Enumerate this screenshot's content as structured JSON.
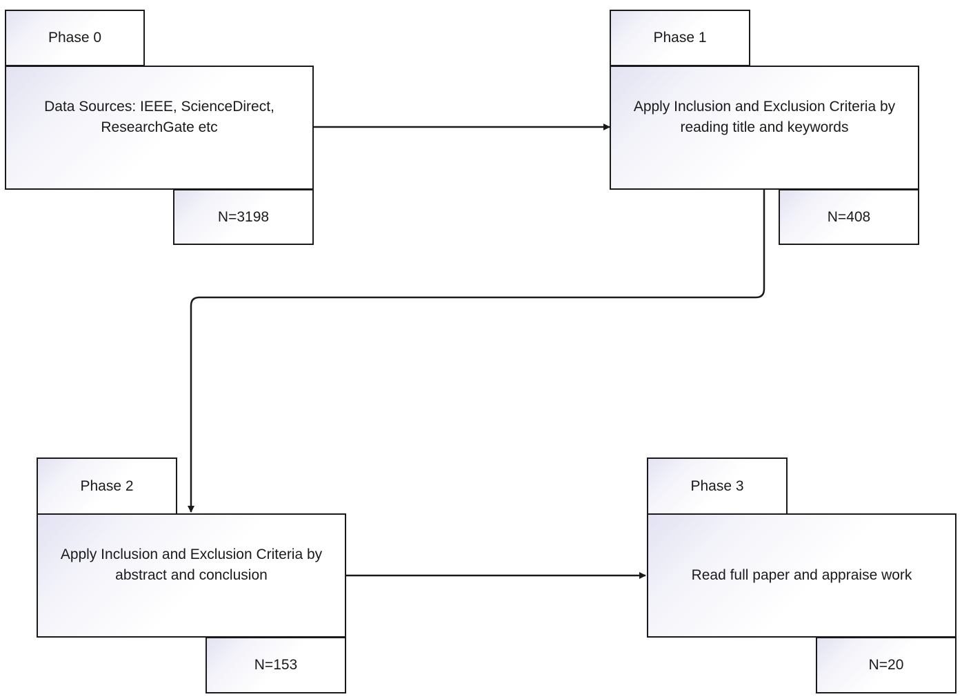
{
  "phases": [
    {
      "label": "Phase 0",
      "description": "Data Sources: IEEE, ScienceDirect, ResearchGate etc",
      "count": "N=3198"
    },
    {
      "label": "Phase 1",
      "description": "Apply Inclusion and Exclusion Criteria by reading title and keywords",
      "count": "N=408"
    },
    {
      "label": "Phase 2",
      "description": "Apply Inclusion and Exclusion Criteria by abstract and conclusion",
      "count": "N=153"
    },
    {
      "label": "Phase 3",
      "description": "Read full paper and appraise work",
      "count": "N=20"
    }
  ],
  "colors": {
    "stroke": "#1a1a1a",
    "box_gradient_tint": "#e2e2f2",
    "background": "#ffffff"
  }
}
